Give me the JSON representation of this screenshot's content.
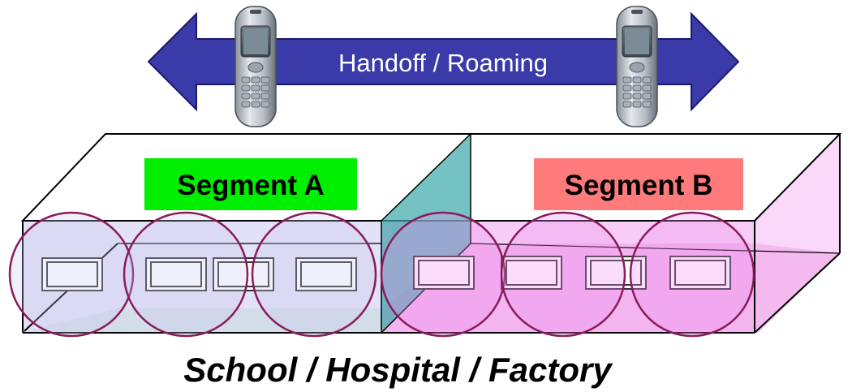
{
  "arrow": {
    "label": "Handoff / Roaming",
    "fill_color": "#3a3aa8"
  },
  "segments": [
    {
      "label": "Segment A",
      "badge_color": "#00ee00"
    },
    {
      "label": "Segment B",
      "badge_color": "#ff7a7a"
    }
  ],
  "coverage_colors": {
    "segment_a_overlay": "#c8c8f0",
    "segment_b_overlay": "#ee90ee",
    "divider_pane": "#3aa8a8",
    "circle_stroke": "#8a1a5a"
  },
  "devices": [
    {
      "icon": "mobile-phone-icon"
    },
    {
      "icon": "mobile-phone-icon"
    }
  ],
  "caption": "School / Hospital / Factory"
}
